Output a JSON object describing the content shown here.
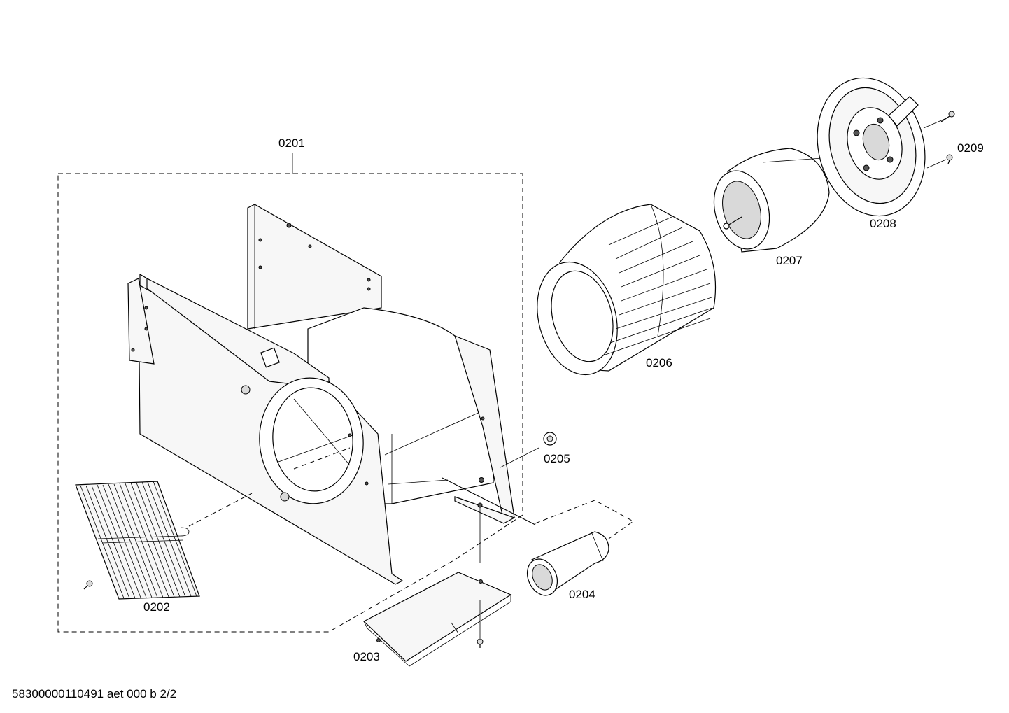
{
  "diagram": {
    "labels": {
      "p0201": "0201",
      "p0202": "0202",
      "p0203": "0203",
      "p0204": "0204",
      "p0205": "0205",
      "p0206": "0206",
      "p0207": "0207",
      "p0208": "0208",
      "p0209": "0209"
    },
    "footer": "58300000110491 aet 000 b 2/2"
  }
}
